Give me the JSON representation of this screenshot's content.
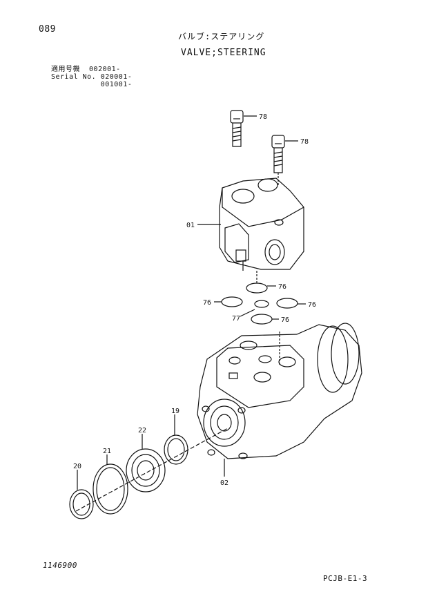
{
  "header": {
    "page_number": "089",
    "title_jp": "バルブ:ステアリング",
    "title_en": "VALVE;STEERING",
    "serial_lines": [
      "適用号機  002001-",
      "Serial No. 020001-",
      "           001001-"
    ]
  },
  "callouts": [
    "78",
    "78",
    "01",
    "76",
    "76",
    "76",
    "77",
    "76",
    "19",
    "22",
    "21",
    "20",
    "02"
  ],
  "footer": {
    "drawing_number": "1146900",
    "code": "PCJB-E1-3"
  }
}
